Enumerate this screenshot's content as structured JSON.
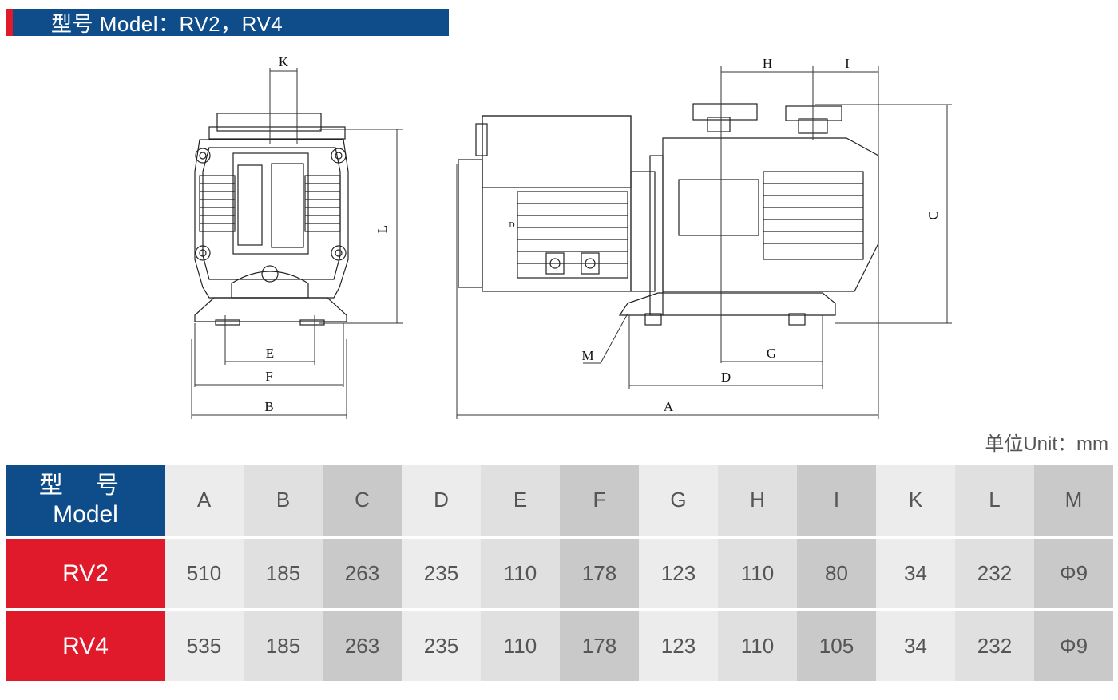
{
  "header": {
    "title": "型号 Model：RV2，RV4"
  },
  "drawing": {
    "dimension_labels": [
      "K",
      "L",
      "E",
      "F",
      "B",
      "H",
      "I",
      "C",
      "M",
      "G",
      "D",
      "A"
    ],
    "motor_marking": "D"
  },
  "unit_text": "单位Unit：mm",
  "table": {
    "model_header_line1": "型 号",
    "model_header_line2": "Model",
    "columns": [
      "A",
      "B",
      "C",
      "D",
      "E",
      "F",
      "G",
      "H",
      "I",
      "K",
      "L",
      "M"
    ],
    "rows": [
      {
        "model": "RV2",
        "values": [
          "510",
          "185",
          "263",
          "235",
          "110",
          "178",
          "123",
          "110",
          "80",
          "34",
          "232",
          "Φ9"
        ]
      },
      {
        "model": "RV4",
        "values": [
          "535",
          "185",
          "263",
          "235",
          "110",
          "178",
          "123",
          "110",
          "105",
          "34",
          "232",
          "Φ9"
        ]
      }
    ]
  },
  "colors": {
    "brand_blue": "#0f4c8a",
    "brand_red": "#e0192b"
  }
}
